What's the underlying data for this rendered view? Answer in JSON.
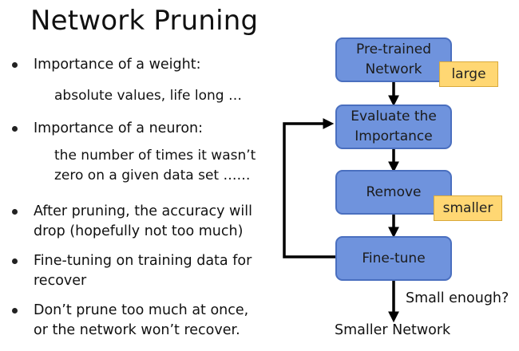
{
  "slide": {
    "title": "Network Pruning",
    "bullets": [
      {
        "text": "Importance of a weight:",
        "sub": [
          "absolute values, life long …"
        ]
      },
      {
        "text": "Importance of a neuron:",
        "sub": [
          "the number of times it wasn’t",
          "zero on a given data set ……"
        ]
      },
      {
        "lines": [
          "After pruning, the accuracy will",
          "drop (hopefully not too much)"
        ]
      },
      {
        "lines": [
          "Fine-tuning on training data for",
          "recover"
        ]
      },
      {
        "lines": [
          "Don’t prune too much at once,",
          "or the network won’t recover."
        ]
      }
    ]
  },
  "flow": {
    "nodes": [
      {
        "lines": [
          "Pre-trained",
          "Network"
        ]
      },
      {
        "lines": [
          "Evaluate the",
          "Importance"
        ]
      },
      {
        "lines": [
          "Remove"
        ]
      },
      {
        "lines": [
          "Fine-tune"
        ]
      }
    ],
    "tags": [
      "large",
      "smaller"
    ],
    "question": "Small enough?",
    "output": "Smaller Network"
  },
  "colors": {
    "node_fill": "#6f93dd",
    "node_border": "#4a6fbf",
    "tag_fill": "#ffd773",
    "arrow": "#000000"
  }
}
